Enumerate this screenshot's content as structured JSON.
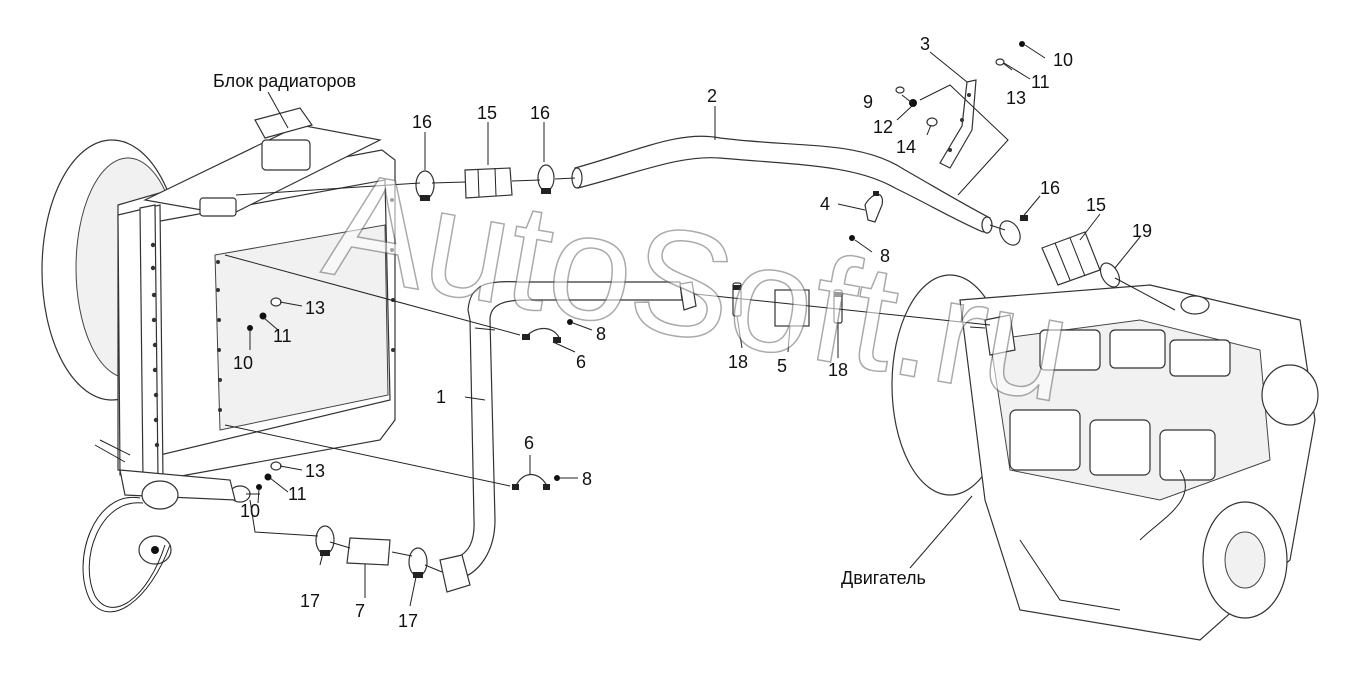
{
  "captions": {
    "radiator_block": "Блок радиаторов",
    "engine": "Двигатель"
  },
  "watermark": "AutoSoft.ru",
  "callouts": {
    "c1": "1",
    "c2": "2",
    "c3": "3",
    "c4": "4",
    "c5": "5",
    "c6a": "6",
    "c6b": "6",
    "c7": "7",
    "c8a": "8",
    "c8b": "8",
    "c8c": "8",
    "c9": "9",
    "c10a": "10",
    "c10b": "10",
    "c10c": "10",
    "c11a": "11",
    "c11b": "11",
    "c11c": "11",
    "c12": "12",
    "c13a": "13",
    "c13b": "13",
    "c13c": "13",
    "c14": "14",
    "c15a": "15",
    "c15b": "15",
    "c16a": "16",
    "c16b": "16",
    "c16c": "16",
    "c17a": "17",
    "c17b": "17",
    "c18a": "18",
    "c18b": "18",
    "c19": "19"
  }
}
